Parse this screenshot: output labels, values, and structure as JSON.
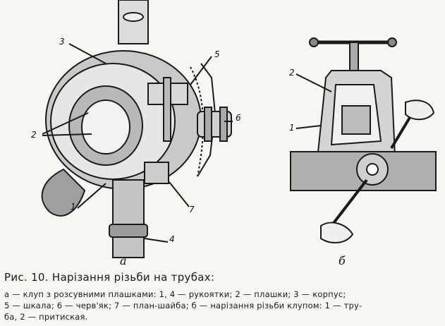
{
  "figure": {
    "callouts_a": [
      "3",
      "5",
      "2",
      "1",
      "6",
      "7",
      "4"
    ],
    "callouts_b": [
      "2",
      "1"
    ],
    "sub_a": "а",
    "sub_b": "б"
  },
  "caption": {
    "title": "Рис. 10. Нарізання різьби на трубах:",
    "line1": "а — клуп з розсувними плашками: 1, 4 — рукоятки; 2 — плашки; 3 — корпус;",
    "line2": "5 — шкала; 6 — черв'як; 7 — план-шайба; б — нарізання різьби клупом: 1 — тру-",
    "line3": "ба, 2 — притиская."
  }
}
